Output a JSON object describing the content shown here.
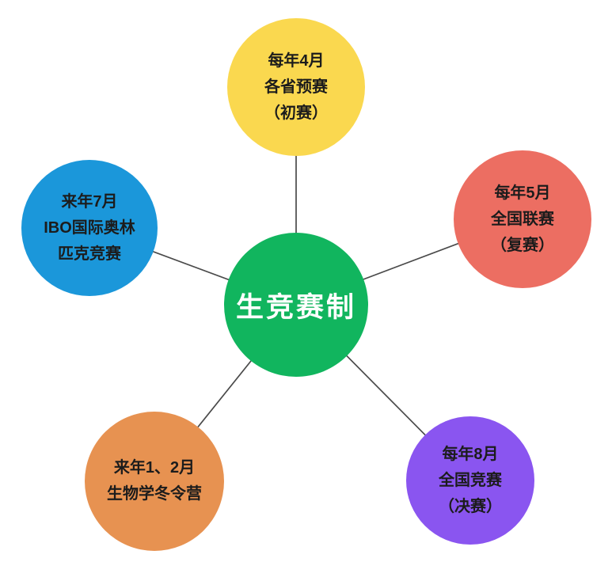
{
  "diagram": {
    "background": "#ffffff",
    "line_color": "#4a4a4a",
    "text_color": "#1c1c1c",
    "center": {
      "label": "生竞赛制",
      "color": "#11b55e",
      "text_color": "#ffffff"
    },
    "nodes": [
      {
        "id": "april-provincial-preliminary",
        "color": "#fad84f",
        "lines": [
          "每年4月",
          "各省预赛",
          "（初赛）"
        ]
      },
      {
        "id": "may-national-league",
        "color": "#ec6e62",
        "lines": [
          "每年5月",
          "全国联赛",
          "（复赛）"
        ]
      },
      {
        "id": "august-national-final",
        "color": "#8a55f0",
        "lines": [
          "每年8月",
          "全国竞赛",
          "（决赛）"
        ]
      },
      {
        "id": "winter-camp",
        "color": "#e79251",
        "lines": [
          "来年1、2月",
          "生物学冬令营"
        ]
      },
      {
        "id": "ibo-international-olympiad",
        "color": "#1b97da",
        "lines": [
          "来年7月",
          "IBO国际奥林",
          "匹克竞赛"
        ]
      }
    ]
  }
}
